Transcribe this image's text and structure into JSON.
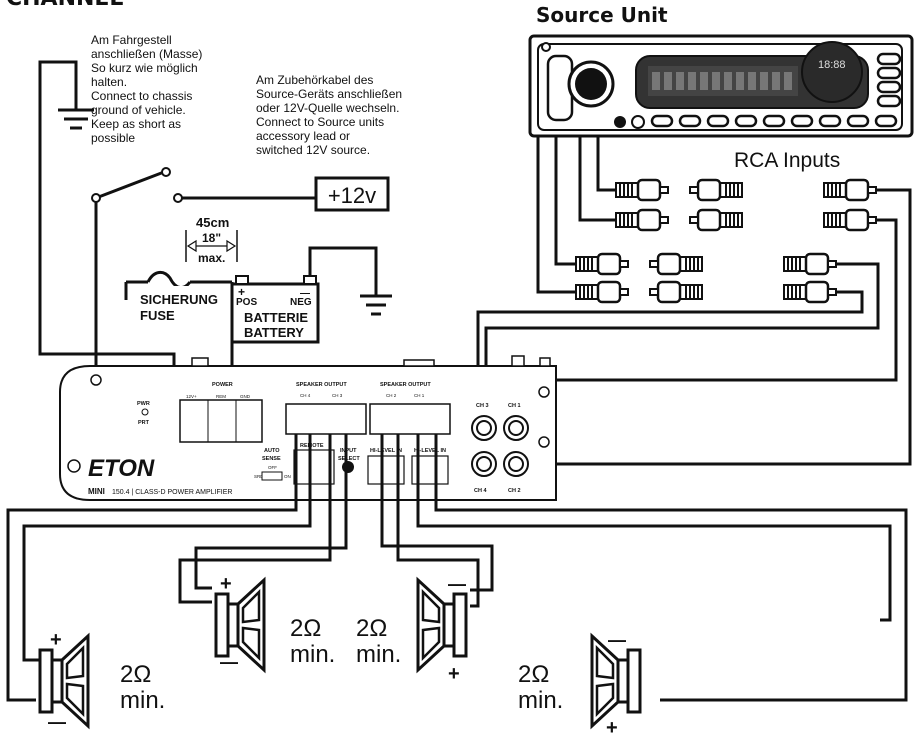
{
  "header": {
    "channel_title": "CHANNEL",
    "source_unit_title": "Source Unit"
  },
  "notes": {
    "chassis_ground": [
      "Am Fahrgestell",
      "anschließen (Masse)",
      "So kurz wie möglich",
      "halten.",
      "Connect to chassis",
      "ground of vehicle.",
      "Keep as short as",
      "possible"
    ],
    "accessory": [
      "Am Zubehörkabel des",
      "Source-Geräts anschließen",
      "oder 12V-Quelle wechseln.",
      "Connect to Source units",
      "accessory lead or",
      "switched 12V source."
    ]
  },
  "power": {
    "v12_label": "+12v",
    "distance_cm": "45cm",
    "distance_in": "18\"",
    "distance_max": "max.",
    "fuse_label_de": "SICHERUNG",
    "fuse_label_en": "FUSE",
    "pos_sign": "+",
    "pos_label": "POS",
    "neg_sign": "—",
    "neg_label": "NEG",
    "battery_label_de": "BATTERIE",
    "battery_label_en": "BATTERY"
  },
  "rca": {
    "inputs_label": "RCA Inputs"
  },
  "head_unit": {
    "clock_text": "18:88"
  },
  "amplifier": {
    "brand": "ETON",
    "model_bold": "MINI",
    "model_rest": "150.4 | CLASS-D POWER AMPLIFIER",
    "pwr": "PWR",
    "prt": "PRT",
    "power_label": "POWER",
    "term_12v": "12V+",
    "term_rem": "REM",
    "term_gnd": "GND",
    "speaker_output_1": "SPEAKER OUTPUT",
    "speaker_output_2": "SPEAKER OUTPUT",
    "ch4_label": "CH 4",
    "ch3_label": "CH 3",
    "ch2_label": "CH 2",
    "ch1_label": "CH 1",
    "remote": "REMOTE",
    "auto_sense_1": "AUTO",
    "auto_sense_2": "SENSE",
    "off": "OFF",
    "srd": "SRD",
    "on": "ON",
    "input_select_1": "INPUT",
    "input_select_2": "SELECT",
    "hi_level_1": "HI-LEVEL IN",
    "hi_level_2": "HI-LEVEL IN",
    "rca_ch3": "CH 3",
    "rca_ch1": "CH 1",
    "rca_ch4": "CH 4",
    "rca_ch2": "CH 2"
  },
  "speakers": [
    {
      "name": "speaker-1",
      "impedance": "2Ω",
      "min": "min.",
      "plus": "+",
      "minus": "—"
    },
    {
      "name": "speaker-2",
      "impedance": "2Ω",
      "min": "min.",
      "plus": "+",
      "minus": "—"
    },
    {
      "name": "speaker-3",
      "impedance": "2Ω",
      "min": "min.",
      "plus": "+",
      "minus": "—"
    },
    {
      "name": "speaker-4",
      "impedance": "2Ω",
      "min": "min.",
      "plus": "+",
      "minus": "—"
    }
  ]
}
